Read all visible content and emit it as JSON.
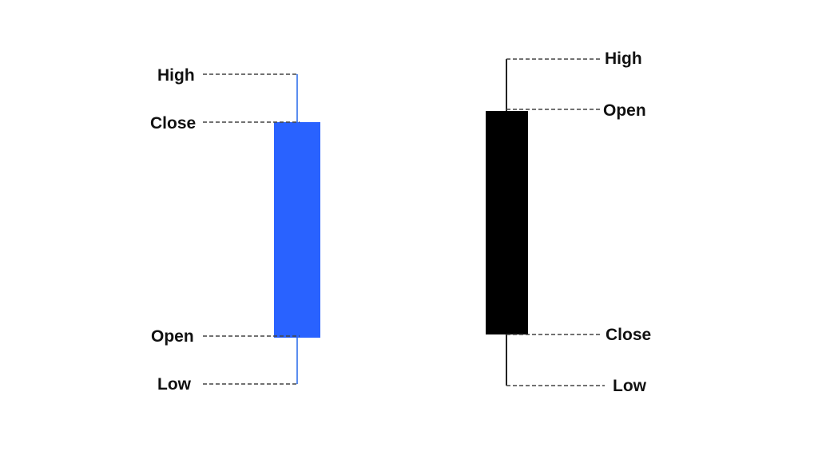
{
  "bullish_candle": {
    "color": "#2962FF",
    "wick_color": "#5B8DEF",
    "labels": {
      "high": "High",
      "close": "Close",
      "open": "Open",
      "low": "Low"
    }
  },
  "bearish_candle": {
    "color": "#000000",
    "wick_color": "#222222",
    "labels": {
      "high": "High",
      "open": "Open",
      "close": "Close",
      "low": "Low"
    }
  },
  "leader_line_color": "#444444"
}
